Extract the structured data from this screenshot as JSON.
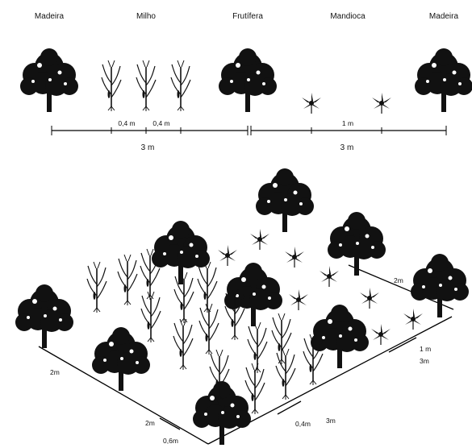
{
  "top_row": {
    "labels": [
      "Madeira",
      "Milho",
      "Frutífera",
      "Mandioca",
      "Madeira"
    ],
    "dimensions": {
      "corn_spacing_left": "0,4 m",
      "corn_spacing_right": "0,4 m",
      "left_span": "3 m",
      "cassava_spacing": "1 m",
      "right_span": "3 m"
    }
  },
  "perspective": {
    "dimensions": {
      "right_back": "2m",
      "right_inner_spacing": "1 m",
      "right_span": "3m",
      "left_side": "2m",
      "front_left": "2m",
      "front_left_inner": "0,6m",
      "front_spacing": "0,4m",
      "front_span": "3m"
    }
  }
}
